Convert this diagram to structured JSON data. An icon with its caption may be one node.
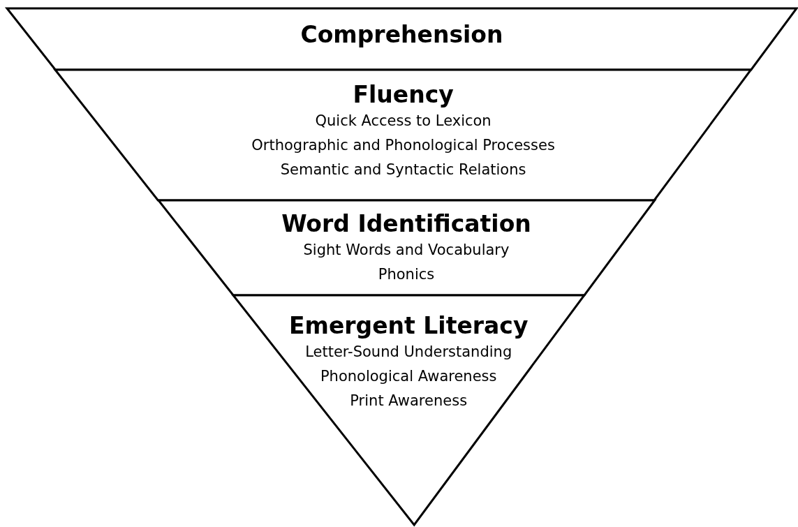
{
  "diagram": {
    "nodes": [
      {
        "text": [
          "Comprehension"
        ]
      },
      {
        "text": [
          "Fluency",
          "Quick Access to Lexicon",
          "Orthographic and Phonological Processes",
          "Semantic and Syntactic Relations"
        ]
      },
      {
        "text": [
          "Word Identification",
          "Sight Words and Vocabulary",
          "Phonics"
        ]
      },
      {
        "text": [
          "Emergent Literacy",
          "Letter-Sound Understanding",
          "Phonological Awareness",
          "Print Awareness"
        ]
      }
    ]
  }
}
